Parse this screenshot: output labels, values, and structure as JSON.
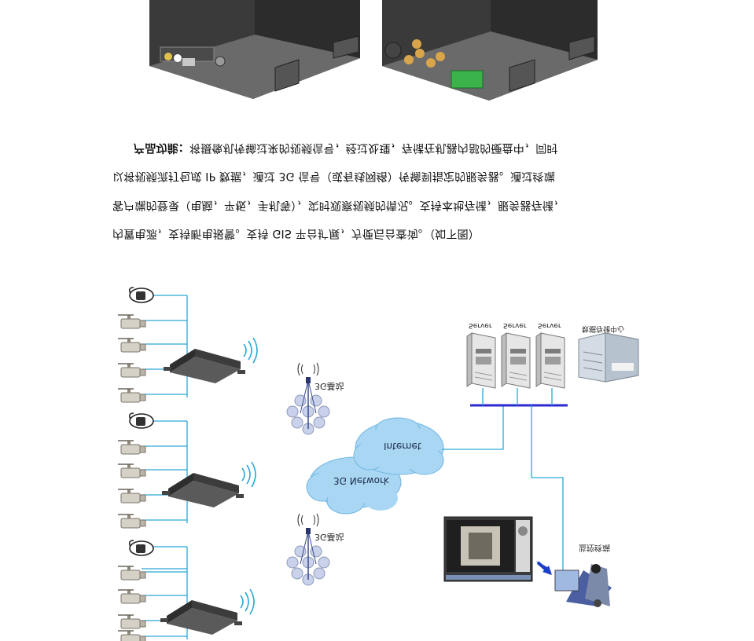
{
  "diagram": {
    "base_station_1_label": "3G基站",
    "base_station_2_label": "3G基站",
    "cloud_3g_label": "3G Network",
    "cloud_internet_label": "Internet",
    "monitor_client_label": "监控终端",
    "server_labels": [
      "Server",
      "Server",
      "Server"
    ],
    "data_center_label": "数据存储中心"
  },
  "text": {
    "line1_bold": "产品功能：",
    "line1": "将摄像机传输过来的视频信号，经过处理，存储在机器内部的硬盘中，同时",
    "line2": "以将视频流打包成 IP 数据，通过 3G 信号（或有线网络）传输到指定的服务器。通过终端",
    "line3": "客户端的登录（电脑，平板，手机等），实时观察视频的情况。支持本地存储，服务器存储，",
    "line4": "内置电源，支持断电报警。支持 GIS 平台扩展，方便后台查询。（如下图）"
  },
  "colors": {
    "link_line": "#2aa7d8",
    "cloud": "#a9d7f3",
    "bus": "#2a2ad0",
    "device_dark": "#2e2e2e"
  }
}
